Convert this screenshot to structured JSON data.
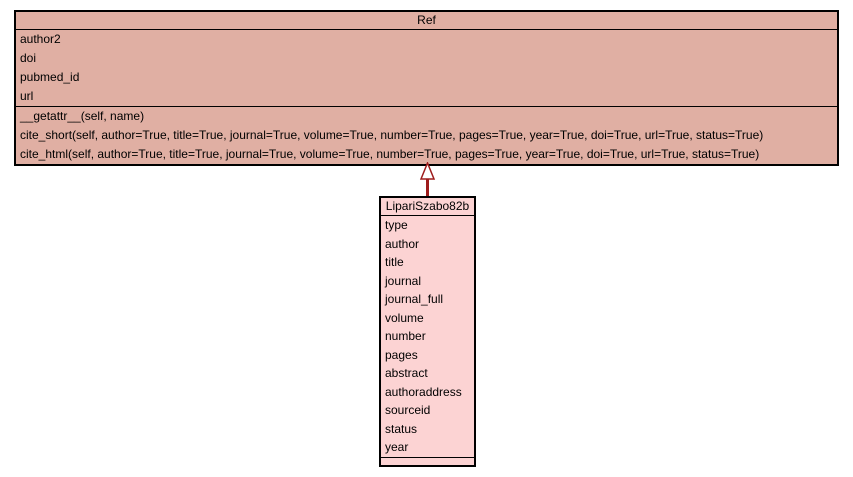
{
  "classes": [
    {
      "name": "Ref",
      "fill": "#e0afa3",
      "attributes": [
        "author2",
        "doi",
        "pubmed_id",
        "url"
      ],
      "methods": [
        "__getattr__(self, name)",
        "cite_short(self, author=True, title=True, journal=True, volume=True, number=True, pages=True, year=True, doi=True, url=True, status=True)",
        "cite_html(self, author=True, title=True, journal=True, volume=True, number=True, pages=True, year=True, doi=True, url=True, status=True)"
      ]
    },
    {
      "name": "LipariSzabo82b",
      "fill": "#fcd3d3",
      "attributes": [
        "type",
        "author",
        "title",
        "journal",
        "journal_full",
        "volume",
        "number",
        "pages",
        "abstract",
        "authoraddress",
        "sourceid",
        "status",
        "year"
      ],
      "methods": []
    }
  ],
  "relationship": {
    "type": "inheritance",
    "from": "LipariSzabo82b",
    "to": "Ref",
    "color": "#9e1c1c",
    "head_fill": "#ffffff"
  },
  "colors": {
    "border": "#000000",
    "background": "#ffffff",
    "text": "#000000"
  }
}
